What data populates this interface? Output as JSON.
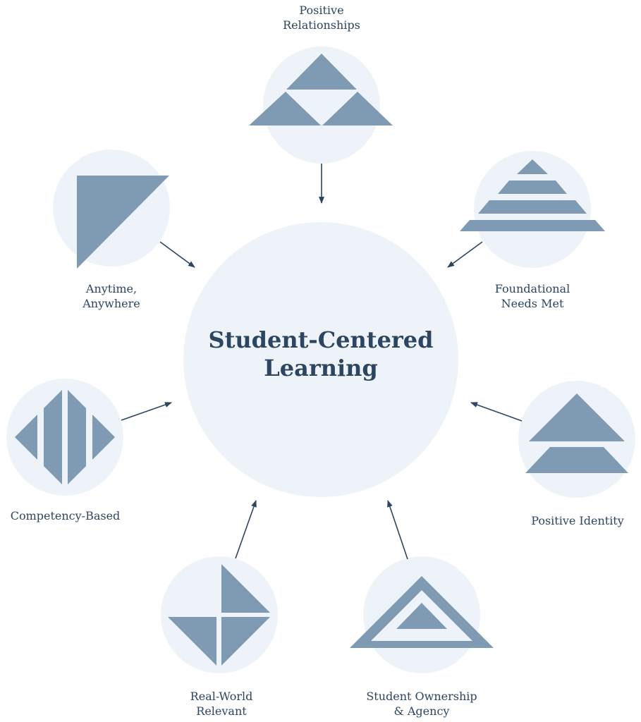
{
  "center": {
    "line1": "Student-Centered",
    "line2": "Learning"
  },
  "nodes": [
    {
      "id": "positive-relationships",
      "line1": "Positive",
      "line2": "Relationships"
    },
    {
      "id": "foundational-needs-met",
      "line1": "Foundational",
      "line2": "Needs Met"
    },
    {
      "id": "positive-identity",
      "line1": "Positive Identity",
      "line2": ""
    },
    {
      "id": "student-ownership-agency",
      "line1": "Student Ownership",
      "line2": "& Agency"
    },
    {
      "id": "real-world-relevant",
      "line1": "Real-World",
      "line2": "Relevant"
    },
    {
      "id": "competency-based",
      "line1": "Competency-Based",
      "line2": ""
    },
    {
      "id": "anytime-anywhere",
      "line1": "Anytime,",
      "line2": "Anywhere"
    }
  ],
  "colors": {
    "circle_fill": "#edf3f9",
    "shape_fill": "#7f9bb3",
    "arrow": "#2c4560",
    "text": "#2c4560"
  }
}
